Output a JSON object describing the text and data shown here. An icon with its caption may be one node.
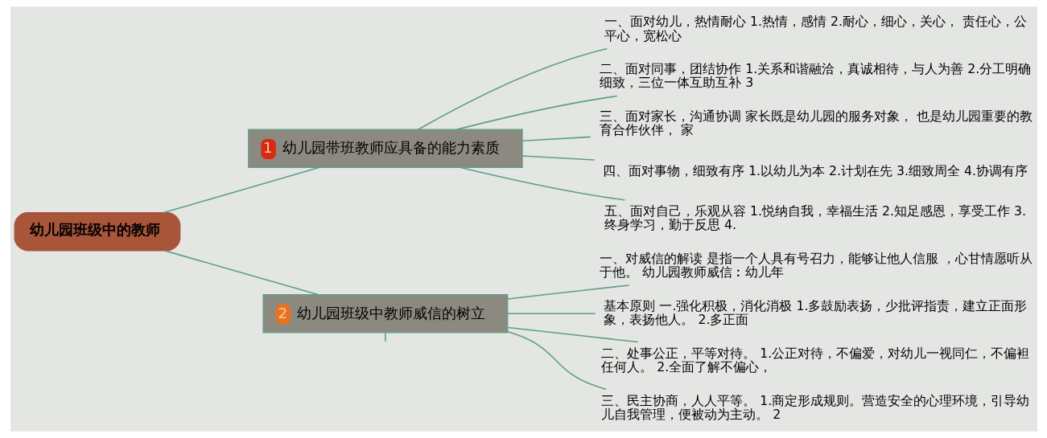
{
  "diagram": {
    "nodes": [
      {
        "text": [
          "幼儿园班级中的教师"
        ]
      },
      {
        "text": [
          "1",
          "幼儿园带班教师应具备的能力素质"
        ]
      },
      {
        "text": [
          "一、面对幼儿，热情耐心 1.热情，感情 2.耐心，细心，关心， 责任心，公平心，宽松心"
        ]
      },
      {
        "text": [
          "二、面对同事，团结协作 1.关系和谐融洽，真诚相待，与人为善 2.分工明确细致，三位一体互助互补 3"
        ]
      },
      {
        "text": [
          "三、面对家长，沟通协调 家长既是幼儿园的服务对象， 也是幼儿园重要的教育合作伙伴， 家"
        ]
      },
      {
        "text": [
          "四、面对事物，细致有序 1.以幼儿为本 2.计划在先 3.细致周全 4.协调有序"
        ]
      },
      {
        "text": [
          "五、面对自己，乐观从容 1.悦纳自我，幸福生活 2.知足感恩，享受工作 3.终身学习，勤于反思 4."
        ]
      },
      {
        "text": [
          "2",
          "幼儿园班级中教师威信的树立"
        ]
      },
      {
        "text": [
          "一、对威信的解读 是指一个人具有号召力，能够让他人信服 ，心甘情愿听从于他。 幼儿园教师威信︰幼儿年"
        ]
      },
      {
        "text": [
          "基本原则 一.强化积极，消化消极 1.多鼓励表扬，少批评指责，建立正面形象，表扬他人。 2.多正面"
        ]
      },
      {
        "text": [
          "二、处事公正，平等对待。 1.公正对待，不偏爱，对幼儿一视同仁，不偏袒任何人。 2.全面了解不偏心，"
        ]
      },
      {
        "text": [
          "三、民主协商，人人平等。 1.商定形成规则。营造安全的心理环境，引导幼儿自我管理，便被动为主动。 2"
        ]
      }
    ],
    "edges": [
      {
        "from": 0,
        "to": 1,
        "arrow": "none"
      },
      {
        "from": 1,
        "to": 2,
        "arrow": "none"
      },
      {
        "from": 1,
        "to": 3,
        "arrow": "none"
      },
      {
        "from": 1,
        "to": 4,
        "arrow": "none"
      },
      {
        "from": 1,
        "to": 5,
        "arrow": "none"
      },
      {
        "from": 1,
        "to": 6,
        "arrow": "none"
      },
      {
        "from": 0,
        "to": 7,
        "arrow": "none"
      },
      {
        "from": 7,
        "to": 8,
        "arrow": "none"
      },
      {
        "from": 7,
        "to": 9,
        "arrow": "none"
      },
      {
        "from": 7,
        "to": 10,
        "arrow": "none"
      },
      {
        "from": 7,
        "to": 11,
        "arrow": "none"
      },
      {
        "from": 7,
        "to": null,
        "arrow": "none"
      }
    ]
  }
}
